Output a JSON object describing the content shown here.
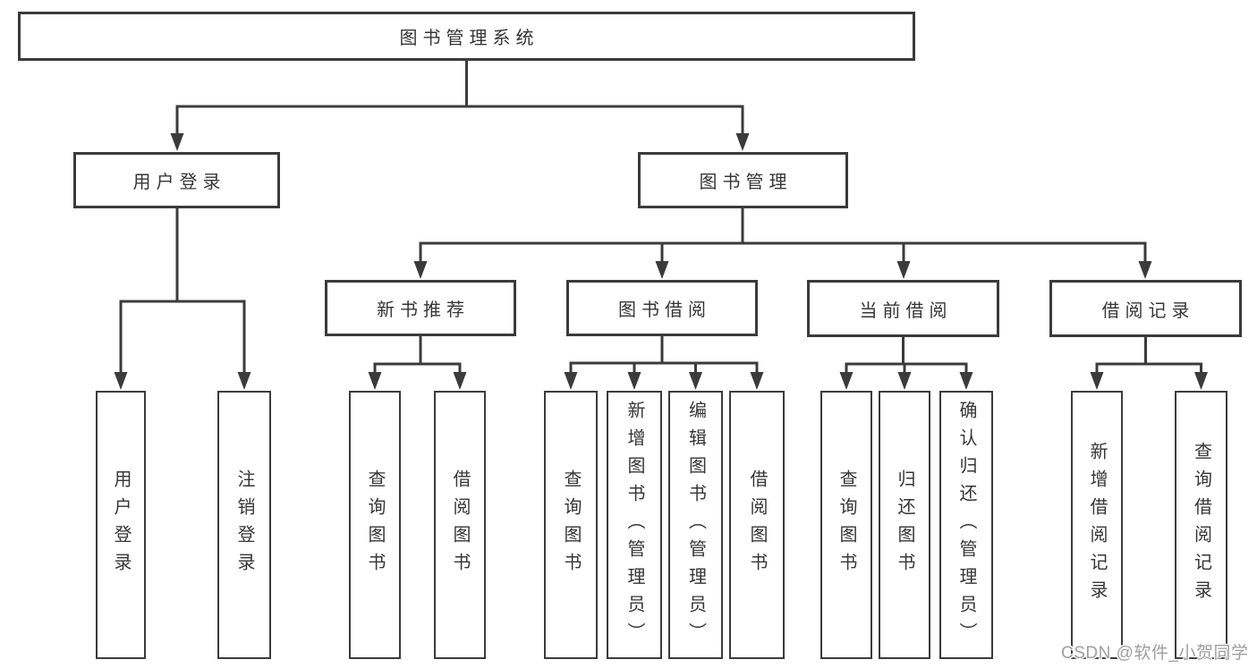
{
  "diagram": {
    "colors": {
      "line": "#3b3b3b",
      "text": "#363636",
      "background": "#ffffff",
      "watermark": "#9e9e9e"
    },
    "root": {
      "label": "图书管理系统"
    },
    "level2": {
      "user_login": {
        "label": "用户登录"
      },
      "book_management": {
        "label": "图书管理"
      }
    },
    "level3": {
      "new_book_recommend": {
        "label": "新书推荐"
      },
      "book_borrow": {
        "label": "图书借阅"
      },
      "current_borrow": {
        "label": "当前借阅"
      },
      "borrow_records": {
        "label": "借阅记录"
      }
    },
    "leaves": {
      "login": [
        "用户登录",
        "注销登录"
      ],
      "recommend": [
        "查询图书",
        "借阅图书"
      ],
      "borrow": [
        "查询图书",
        "新增图书（管理员）",
        "编辑图书（管理员）",
        "借阅图书"
      ],
      "current": [
        "查询图书",
        "归还图书",
        "确认归还（管理员）"
      ],
      "records": [
        "新增借阅记录",
        "查询借阅记录"
      ]
    }
  },
  "watermark": {
    "text": "CSDN @软件_小贺同学"
  }
}
